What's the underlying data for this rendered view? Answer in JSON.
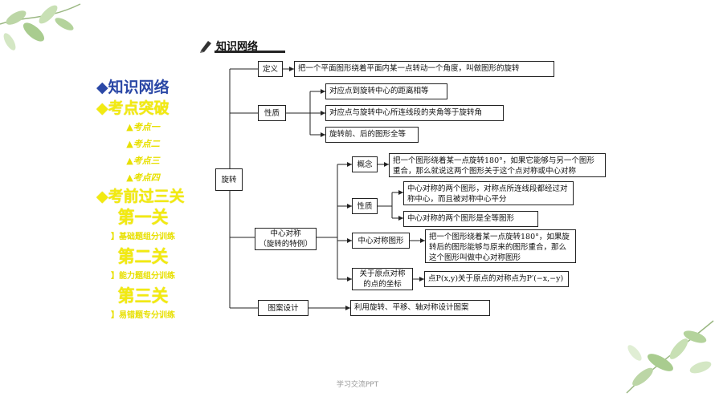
{
  "sidebar": {
    "items": [
      {
        "label": "◆知识网络"
      },
      {
        "label": "◆考点突破"
      },
      {
        "label": "▲考点一"
      },
      {
        "label": "▲考点二"
      },
      {
        "label": "▲考点三"
      },
      {
        "label": "▲考点四"
      },
      {
        "label": "◆考前过三关"
      },
      {
        "label": "第一关"
      },
      {
        "label": "】基础题组分训练"
      },
      {
        "label": "第二关"
      },
      {
        "label": "】能力题组分训练"
      },
      {
        "label": "第三关"
      },
      {
        "label": "】易错题专分训练"
      }
    ]
  },
  "panel": {
    "title": "知识网络"
  },
  "diagram": {
    "root": "旋转",
    "definition": {
      "label": "定义",
      "text": "把一个平面图形绕着平面内某一点转动一个角度，叫做图形的旋转"
    },
    "properties": {
      "label": "性质",
      "items": [
        "对应点到旋转中心的距离相等",
        "对应点与旋转中心所连线段的夹角等于旋转角",
        "旋转前、后的图形全等"
      ]
    },
    "central_symmetry": {
      "label_line1": "中心对称",
      "label_line2": "（旋转的特例）",
      "concept_label": "概念",
      "concept_text": "把一个图形绕着某一点旋转180°，如果它能够与另一个图形重合，那么就说这两个图形关于这个点对称或中心对称",
      "property_label": "性质",
      "property_items": [
        "中心对称的两个图形，对称点所连线段都经过对称中心，而且被对称中心平分",
        "中心对称的两个图形是全等图形"
      ],
      "figure_label": "中心对称图形",
      "figure_text": "把一个图形绕着某一点旋转180°，如果旋转后的图形能够与原来的图形重合，那么这个图形叫做中心对称图形",
      "origin_label_line1": "关于原点对称",
      "origin_label_line2": "的点的坐标",
      "origin_text": "点P(x,y)关于原点的对称点为P′(−x,−y)"
    },
    "design": {
      "label": "图案设计",
      "text": "利用旋转、平移、轴对称设计图案"
    }
  },
  "footer": {
    "text": "学习交流PPT"
  }
}
